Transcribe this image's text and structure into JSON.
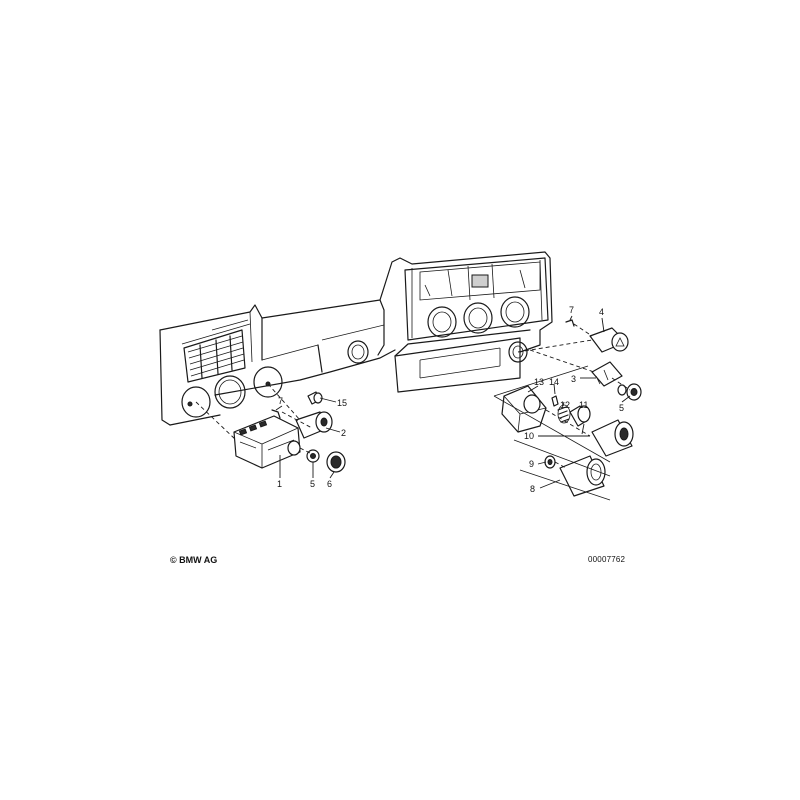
{
  "callouts": [
    {
      "id": "label-1",
      "text": "1"
    },
    {
      "id": "label-2",
      "text": "2"
    },
    {
      "id": "label-3",
      "text": "3"
    },
    {
      "id": "label-4",
      "text": "4"
    },
    {
      "id": "label-5a",
      "text": "5"
    },
    {
      "id": "label-5b",
      "text": "5"
    },
    {
      "id": "label-6",
      "text": "6"
    },
    {
      "id": "label-7a",
      "text": "7"
    },
    {
      "id": "label-7b",
      "text": "7"
    },
    {
      "id": "label-8",
      "text": "8"
    },
    {
      "id": "label-9",
      "text": "9"
    },
    {
      "id": "label-10",
      "text": "10"
    },
    {
      "id": "label-11",
      "text": "11"
    },
    {
      "id": "label-12",
      "text": "12"
    },
    {
      "id": "label-13",
      "text": "13"
    },
    {
      "id": "label-14",
      "text": "14"
    },
    {
      "id": "label-15",
      "text": "15"
    }
  ],
  "footer": {
    "copyright": "© BMW AG",
    "doc_number": "00007762"
  }
}
